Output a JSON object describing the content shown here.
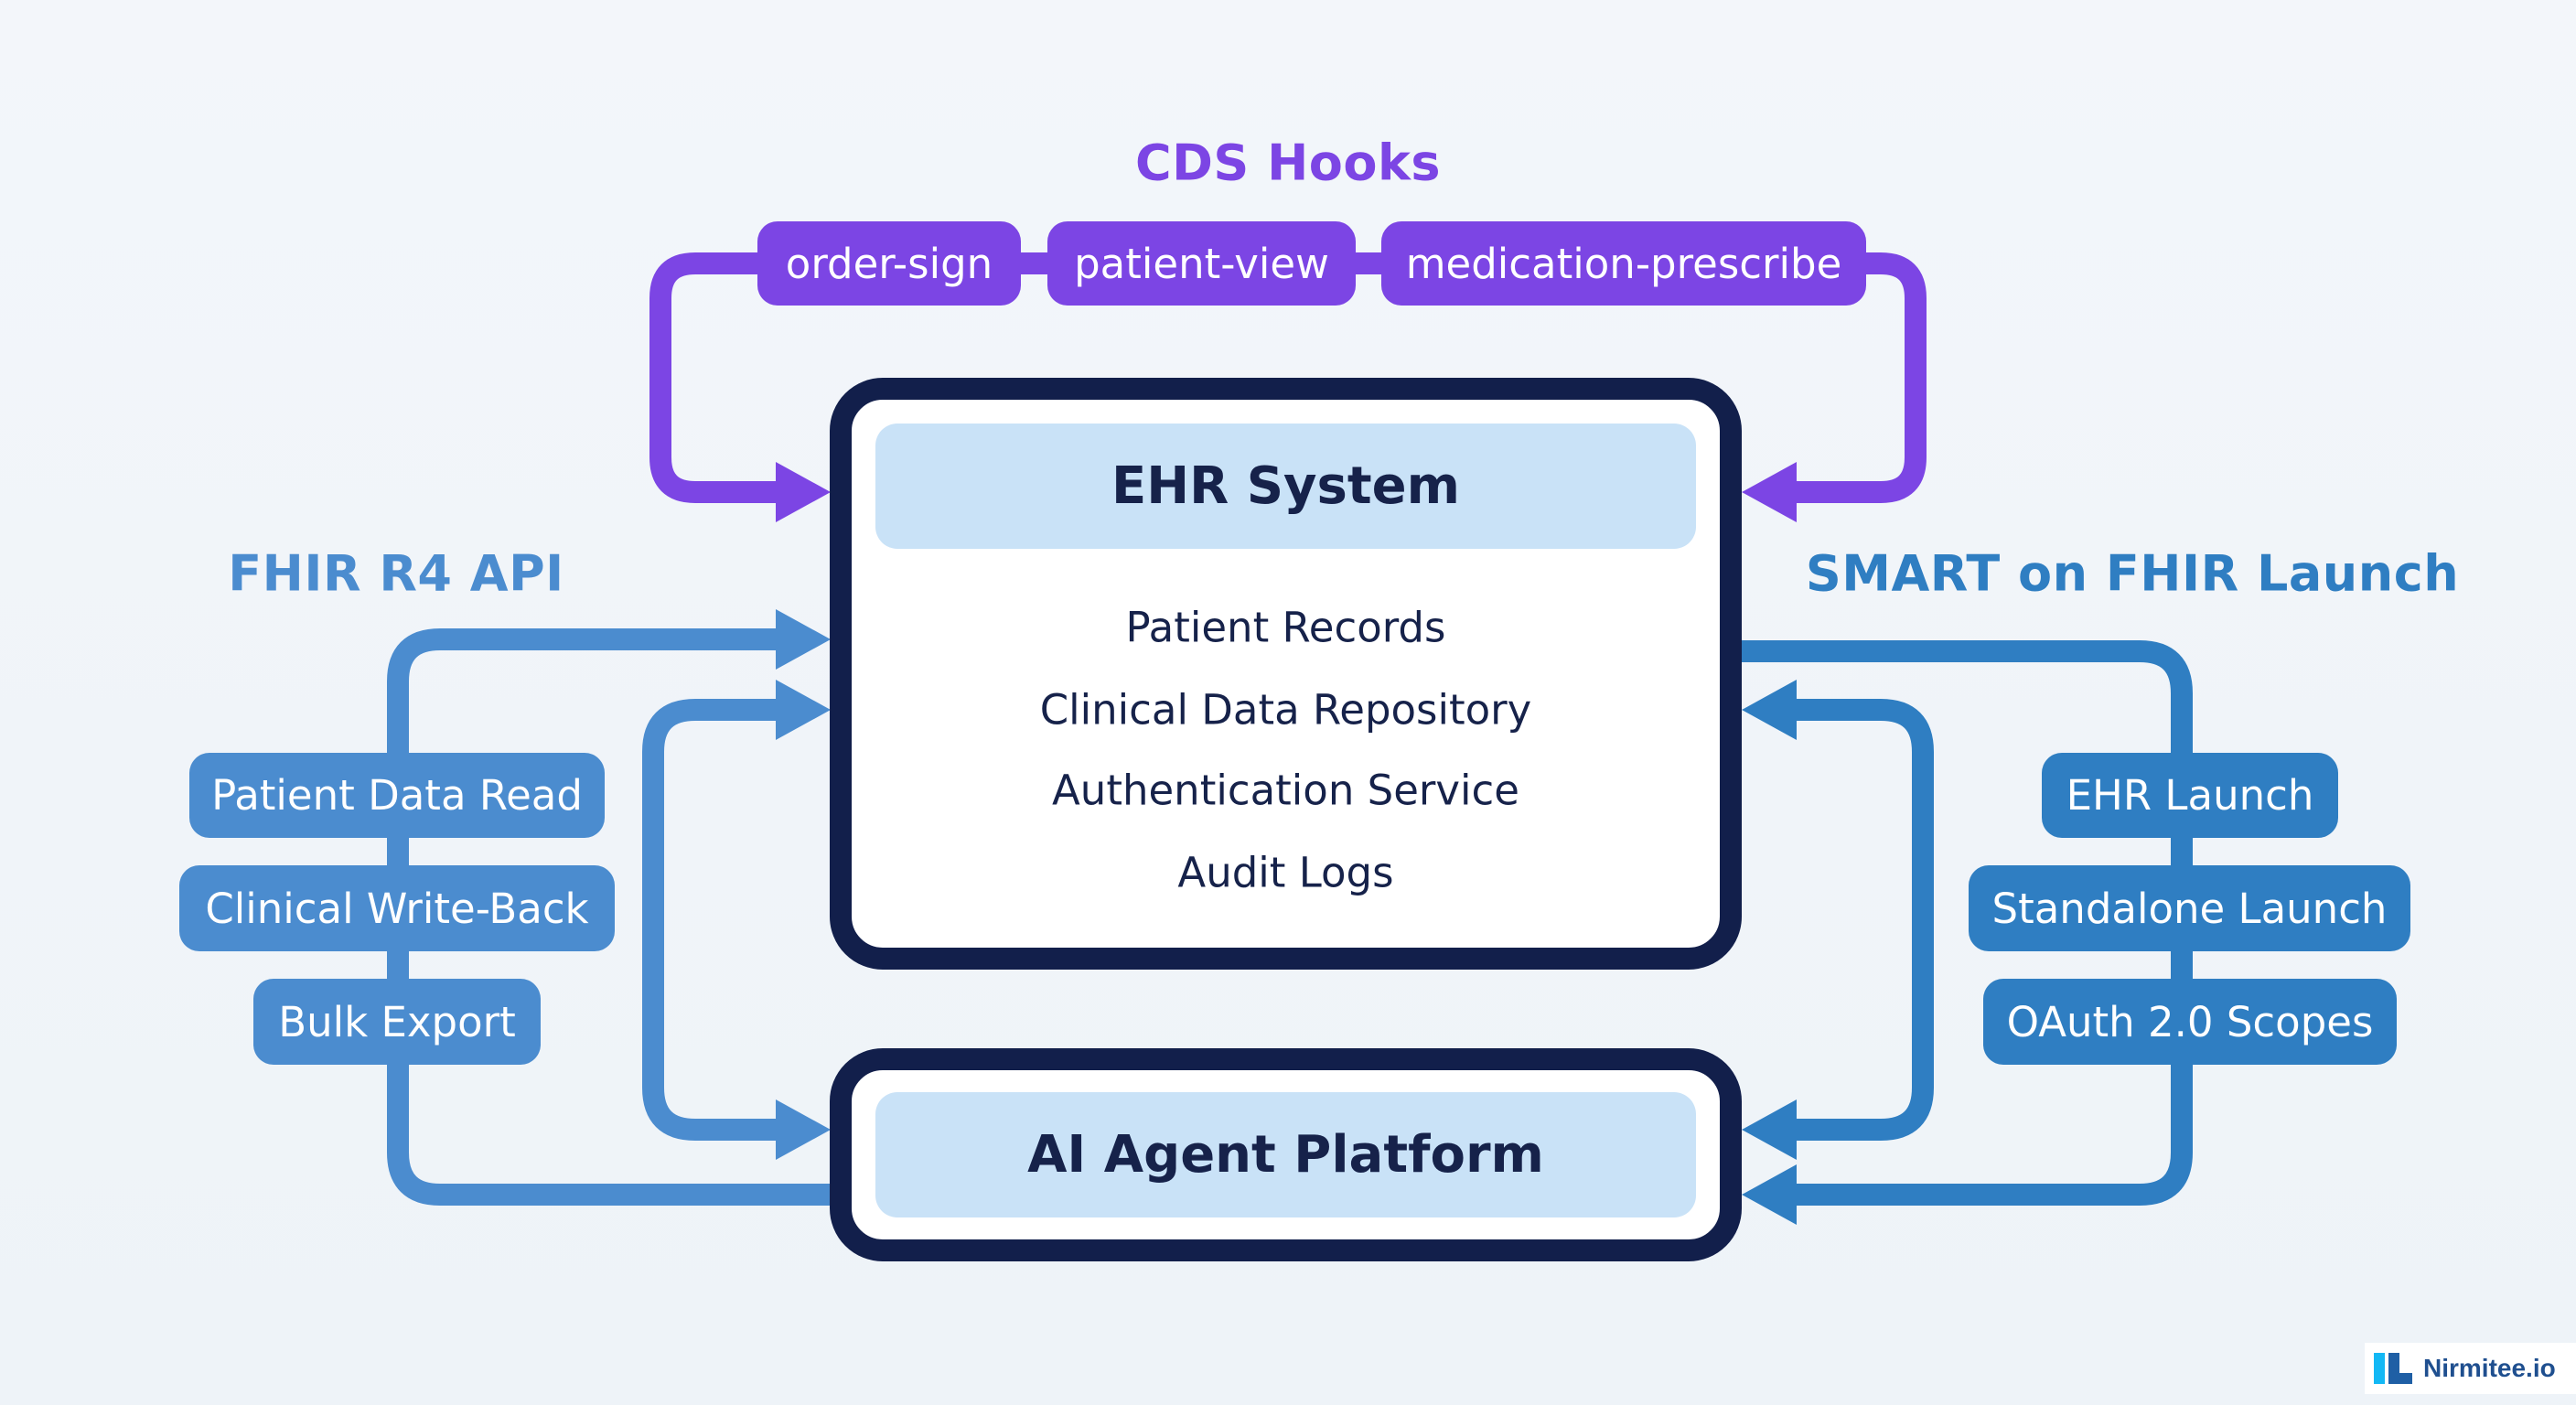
{
  "colors": {
    "purple": "#7c45e4",
    "blue_left": "#4b8ccf",
    "blue_right": "#2f7ec2",
    "navy": "#121f4b",
    "band": "#c9e2f7",
    "background": "#f1f5f9"
  },
  "cds_hooks": {
    "title": "CDS Hooks",
    "hooks": [
      "order-sign",
      "patient-view",
      "medication-prescribe"
    ]
  },
  "fhir_api": {
    "title": "FHIR R4 API",
    "items": [
      "Patient Data Read",
      "Clinical Write-Back",
      "Bulk Export"
    ]
  },
  "smart_launch": {
    "title": "SMART on FHIR Launch",
    "items": [
      "EHR Launch",
      "Standalone Launch",
      "OAuth 2.0 Scopes"
    ]
  },
  "ehr_system": {
    "title": "EHR System",
    "components": [
      "Patient Records",
      "Clinical Data Repository",
      "Authentication Service",
      "Audit Logs"
    ]
  },
  "ai_platform": {
    "title": "AI Agent Platform"
  },
  "branding": {
    "logo_icon": "nirmitee-logo-icon",
    "name": "Nirmitee.io"
  }
}
